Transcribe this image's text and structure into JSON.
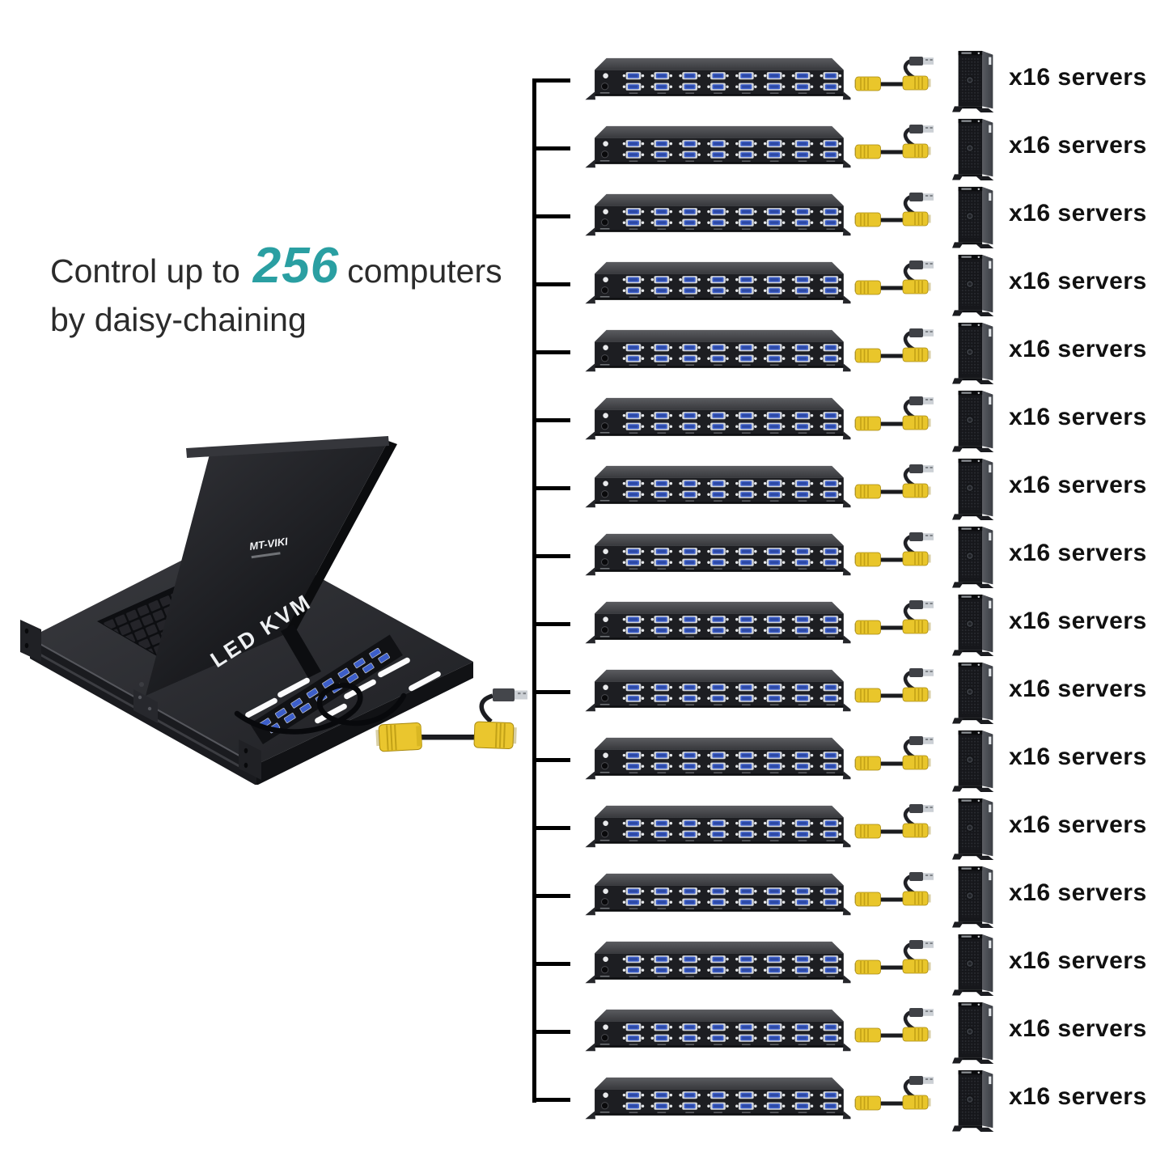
{
  "headline": {
    "line1_prefix": "Control up to",
    "line1_highlight": "256",
    "line1_suffix": "computers",
    "line2": "by daisy-chaining",
    "highlight_color": "#2a9fa2",
    "text_color": "#2b2b2b"
  },
  "product_photo": {
    "brand": "MT-VIKI",
    "panel_text": "LED KVM"
  },
  "diagram": {
    "colors": {
      "chain_line": "#000000",
      "vga_port_blue": "#3c5ec9",
      "cable_yellow": "#e9c62b"
    },
    "rows": [
      {
        "label": "x16 servers"
      },
      {
        "label": "x16 servers"
      },
      {
        "label": "x16 servers"
      },
      {
        "label": "x16 servers"
      },
      {
        "label": "x16 servers"
      },
      {
        "label": "x16 servers"
      },
      {
        "label": "x16 servers"
      },
      {
        "label": "x16 servers"
      },
      {
        "label": "x16 servers"
      },
      {
        "label": "x16 servers"
      },
      {
        "label": "x16 servers"
      },
      {
        "label": "x16 servers"
      },
      {
        "label": "x16 servers"
      },
      {
        "label": "x16 servers"
      },
      {
        "label": "x16 servers"
      },
      {
        "label": "x16 servers"
      }
    ]
  }
}
